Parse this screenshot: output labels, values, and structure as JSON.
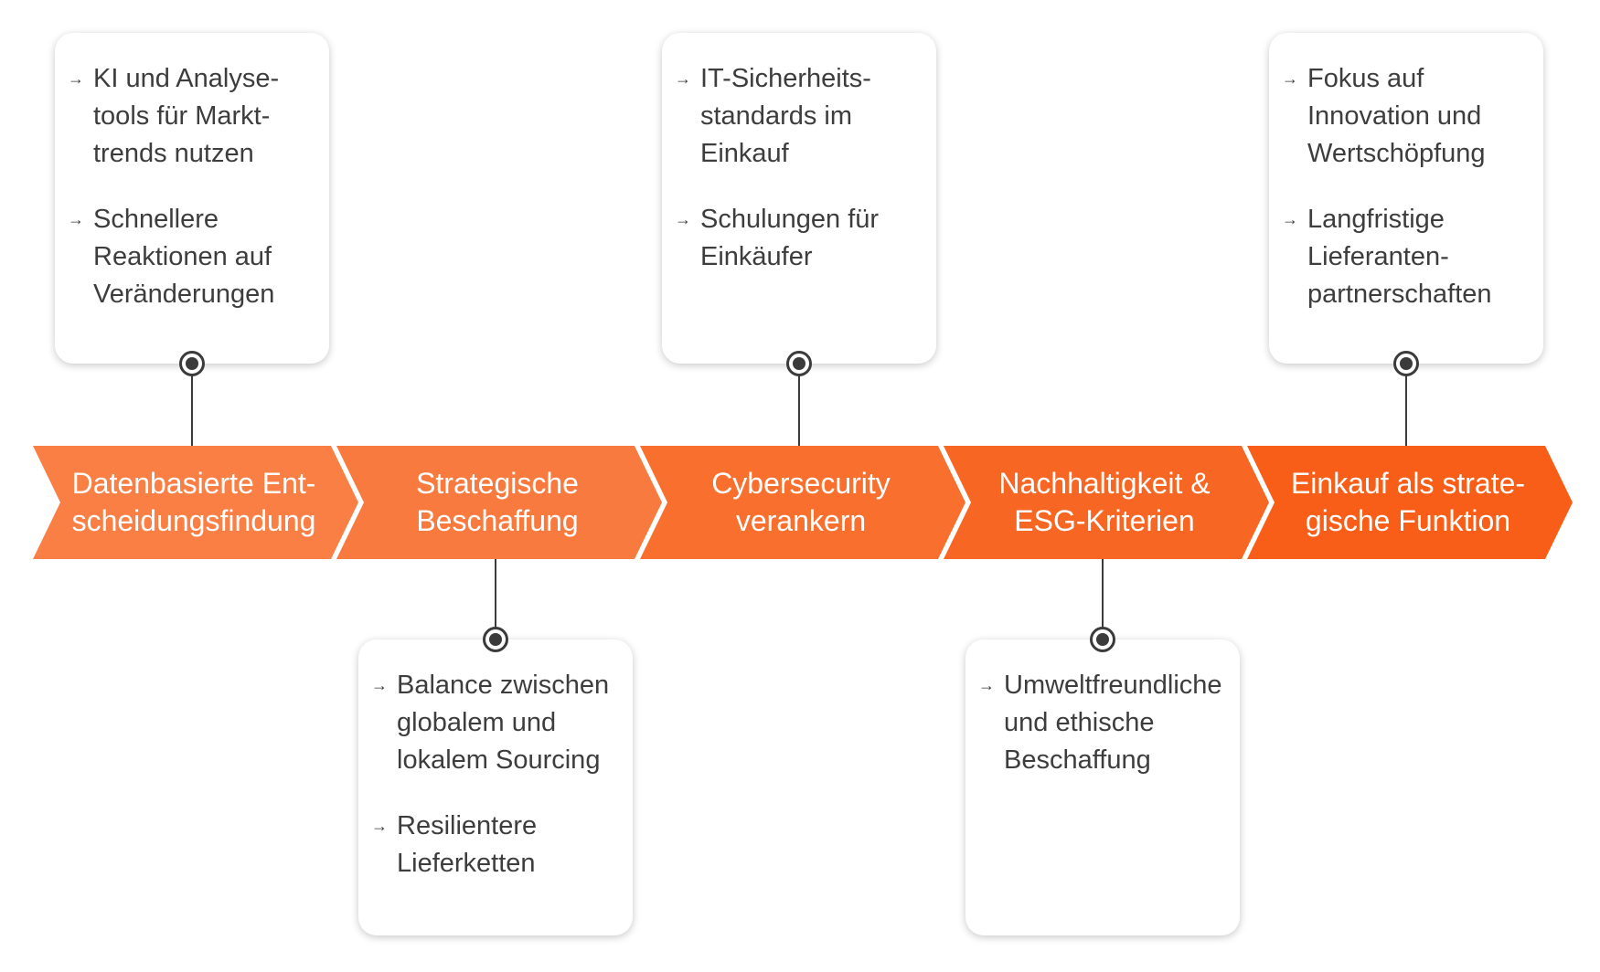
{
  "colors": {
    "chevron_fills": [
      "#F97F45",
      "#F97A3E",
      "#F86F2E",
      "#F86623",
      "#F85E18"
    ],
    "card_text": "#3d3d3d",
    "connector": "#3b3b3b"
  },
  "icons": {
    "bullet": "→",
    "node": "target-circle-icon"
  },
  "stages": [
    {
      "title": "Datenbasierte Ent-\nscheidungsfindung",
      "card_position": "top",
      "bullets": [
        "KI und Analyse-\ntools für Markt-\ntrends nutzen",
        "Schnellere\nReaktionen auf\nVeränderungen"
      ]
    },
    {
      "title": "Strategische\nBeschaffung",
      "card_position": "bottom",
      "bullets": [
        "Balance zwischen\nglobalem und\nlokalem Sourcing",
        "Resilientere\nLieferketten"
      ]
    },
    {
      "title": "Cybersecurity\nverankern",
      "card_position": "top",
      "bullets": [
        "IT-Sicherheits-\nstandards im\nEinkauf",
        "Schulungen für\nEinkäufer"
      ]
    },
    {
      "title": "Nachhaltigkeit &\nESG-Kriterien",
      "card_position": "bottom",
      "bullets": [
        "Umweltfreundliche\nund ethische\nBeschaffung"
      ]
    },
    {
      "title": "Einkauf als strate-\ngische Funktion",
      "card_position": "top",
      "bullets": [
        "Fokus auf\nInnovation und\nWertschöpfung",
        "Langfristige\nLieferanten-\npartnerschaften"
      ]
    }
  ]
}
